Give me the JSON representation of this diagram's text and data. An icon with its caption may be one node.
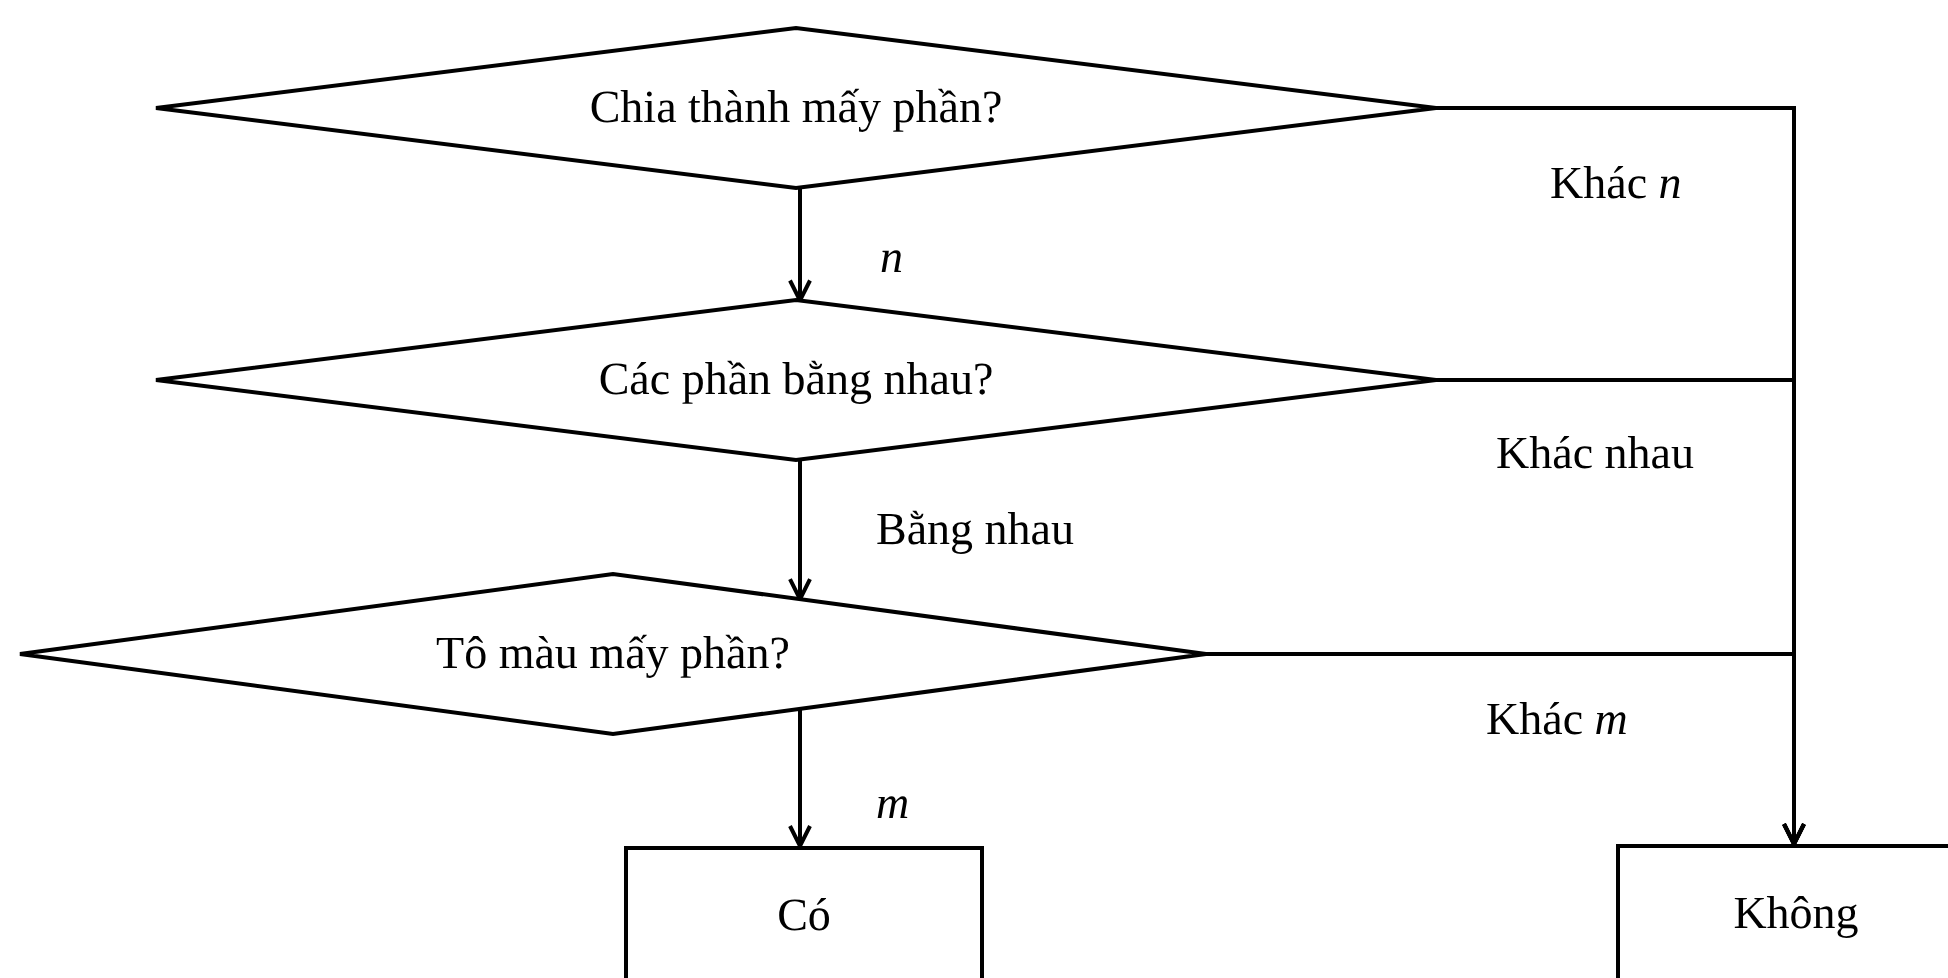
{
  "diagram": {
    "nodes": [
      {
        "text": [
          "Chia thành mấy phần?"
        ]
      },
      {
        "text": [
          "Các phần bằng nhau?"
        ]
      },
      {
        "text": [
          "Tô màu mấy phần?"
        ]
      },
      {
        "text": [
          "Có"
        ]
      },
      {
        "text": [
          "Không"
        ]
      }
    ],
    "edges": [
      {
        "from": 0,
        "to": 1,
        "arrow": "to",
        "label": "*n*"
      },
      {
        "from": 1,
        "to": 2,
        "arrow": "to",
        "label": "Bằng nhau"
      },
      {
        "from": 2,
        "to": 3,
        "arrow": "to",
        "label": "*m*"
      },
      {
        "from": 0,
        "to": 4,
        "arrow": "to",
        "label": "Khác *n*"
      },
      {
        "from": 1,
        "to": 4,
        "arrow": "to",
        "label": "Khác nhau"
      },
      {
        "from": 2,
        "to": 4,
        "arrow": "to",
        "label": "Khác *m*"
      }
    ]
  }
}
